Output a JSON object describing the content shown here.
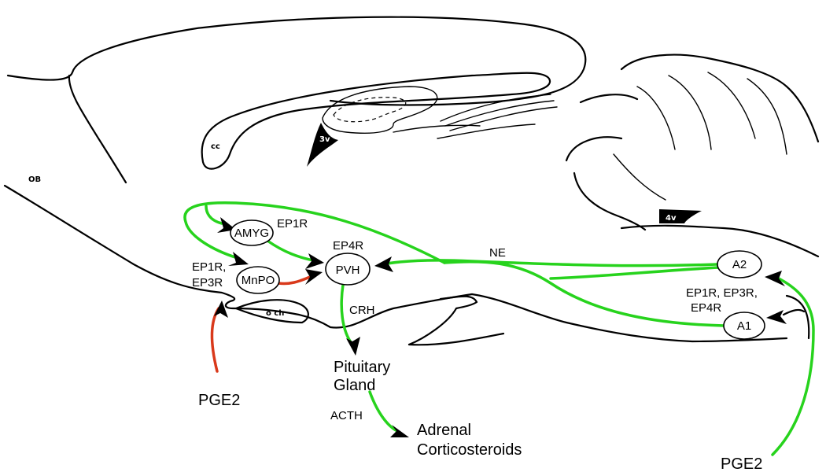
{
  "regions": {
    "ob": "OB",
    "cc": "cc",
    "och": "o ch",
    "v3": "3v",
    "v4": "4v"
  },
  "nodes": {
    "amyg": "AMYG",
    "mnpo": "MnPO",
    "pvh": "PVH",
    "a2": "A2",
    "a1": "A1"
  },
  "receptors": {
    "amyg": "EP1R",
    "mnpo_line1": "EP1R,",
    "mnpo_line2": "EP3R",
    "pvh": "EP4R",
    "a1_line1": "EP1R, EP3R,",
    "a1_line2": "EP4R"
  },
  "pathway_labels": {
    "ne": "NE",
    "crh": "CRH",
    "acth": "ACTH"
  },
  "outputs": {
    "pituitary_line1": "Pituitary",
    "pituitary_line2": "Gland",
    "adrenal_line1": "Adrenal",
    "adrenal_line2": "Corticosteroids"
  },
  "stimuli": {
    "pge2_left": "PGE2",
    "pge2_right": "PGE2"
  },
  "colors": {
    "excitatory_pathway": "#27d31d",
    "pge2_input": "#d9391b",
    "outline": "#000000"
  }
}
